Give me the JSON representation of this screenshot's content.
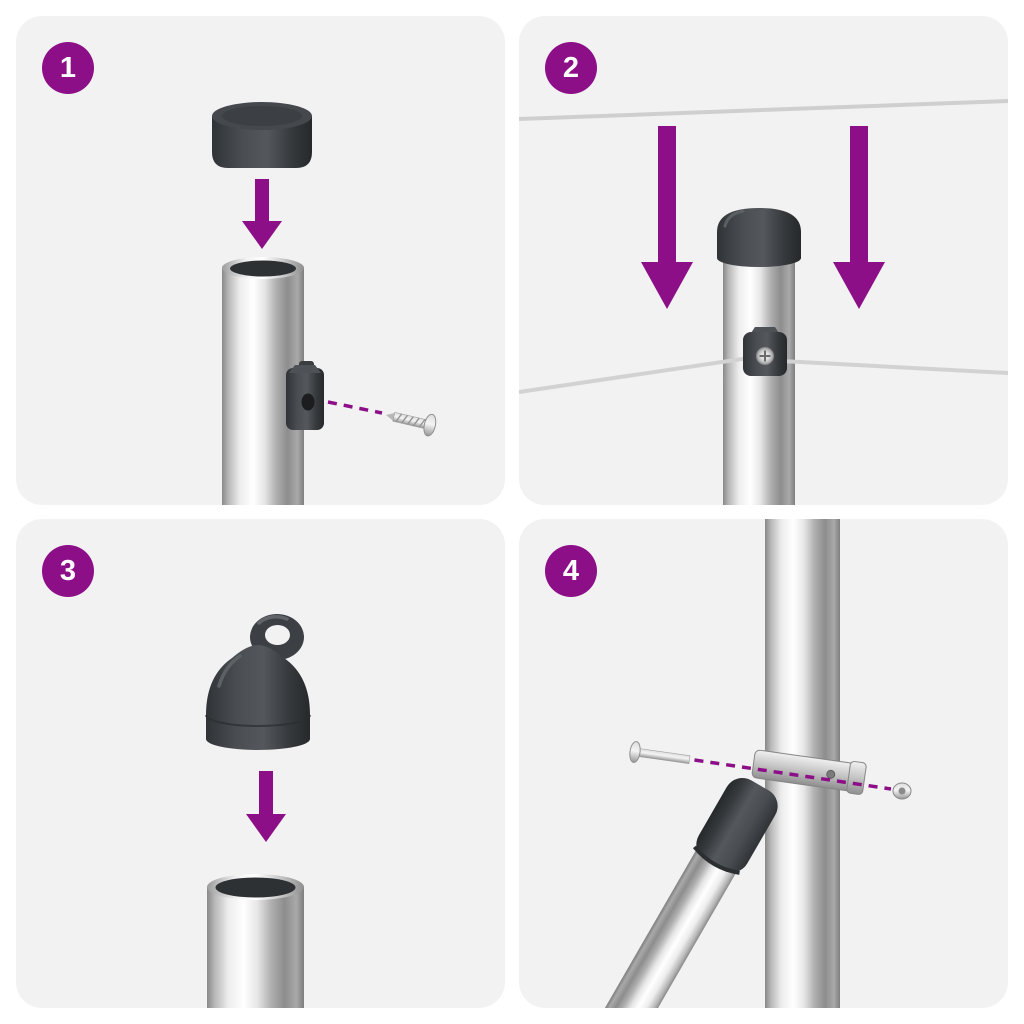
{
  "steps": [
    {
      "number": "1",
      "illustration": "press-cap-onto-post-and-attach-wire-clip-with-screw"
    },
    {
      "number": "2",
      "illustration": "lower-tension-wires-and-fix-wire-into-clip-on-post"
    },
    {
      "number": "3",
      "illustration": "press-eyelet-cap-onto-post"
    },
    {
      "number": "4",
      "illustration": "bolt-diagonal-brace-clamp-around-post"
    }
  ],
  "colors": {
    "accent_purple": "#8C0F88",
    "panel_background": "#F2F2F2",
    "part_dark_plastic": "#3A3D40",
    "wire_gray": "#D0D0D0",
    "metal_chrome_highlight": "#FFFFFF"
  }
}
